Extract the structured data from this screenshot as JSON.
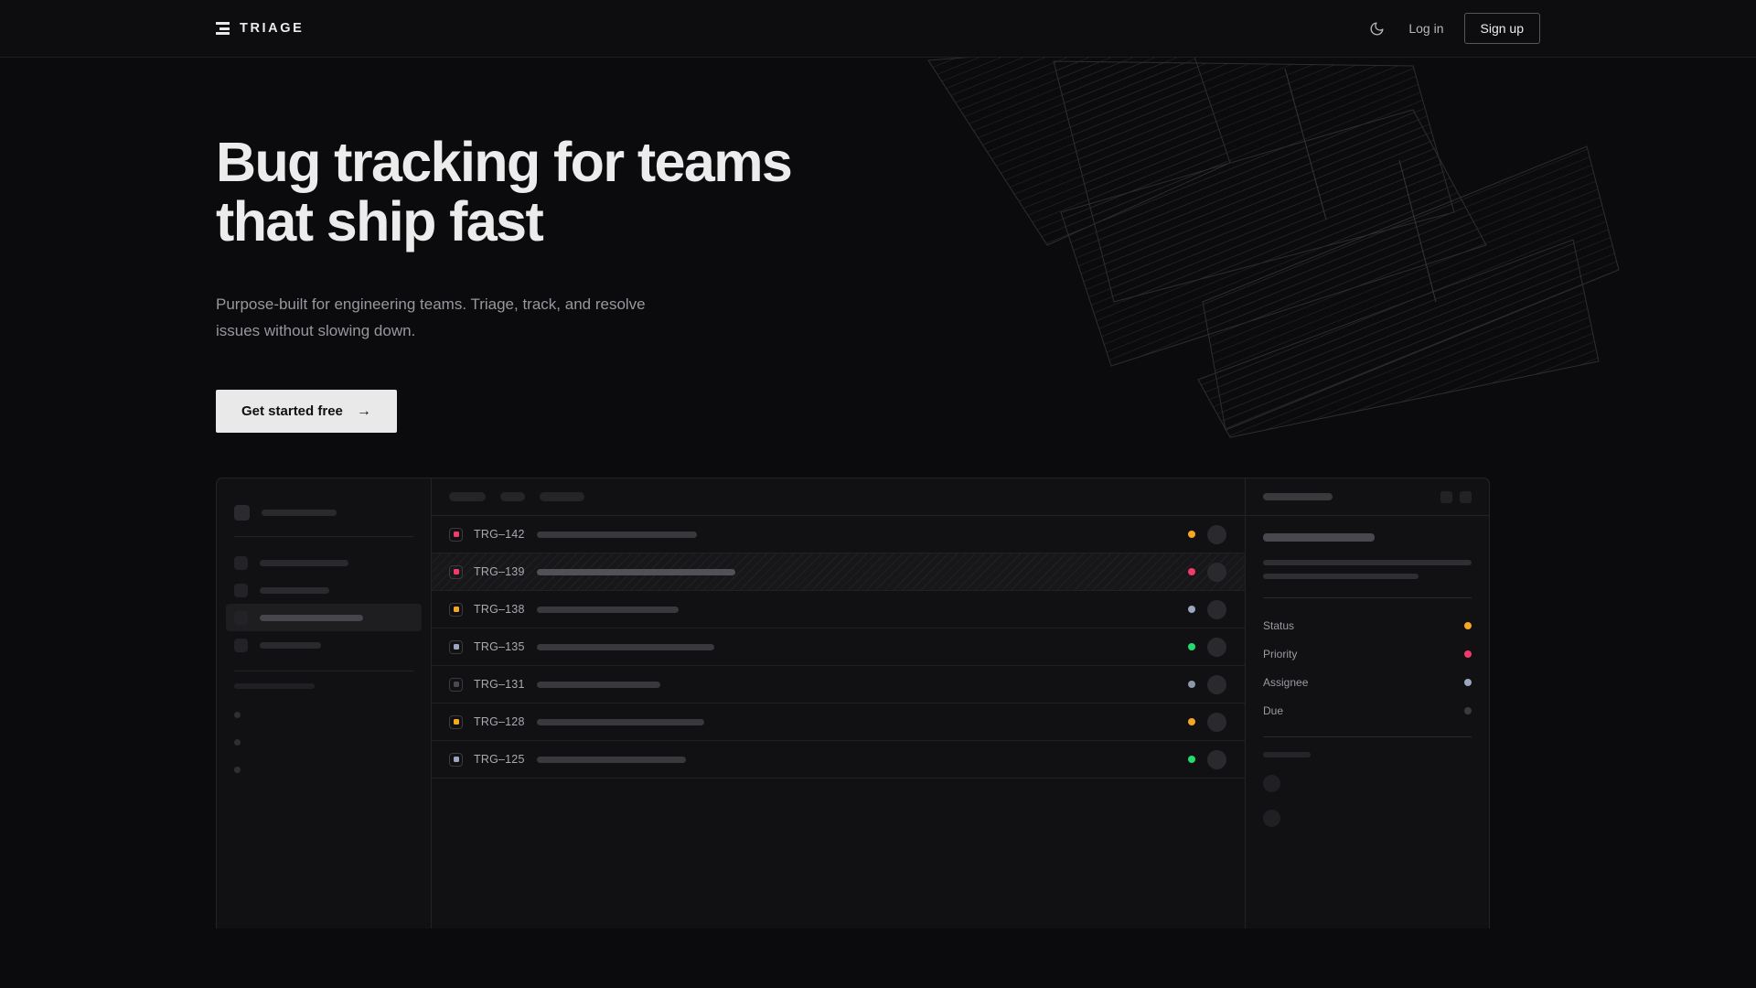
{
  "header": {
    "brand_name": "TRIAGE",
    "brand_mark_icon": "stacked-bars-logo-icon",
    "theme_toggle_icon": "moon-icon",
    "login_label": "Log in",
    "signup_label": "Sign up"
  },
  "hero": {
    "title_line1": "Bug tracking for teams",
    "title_line2": "that ship fast",
    "subtitle": "Purpose-built for engineering teams. Triage, track, and resolve issues without slowing down.",
    "cta_label": "Get started free",
    "cta_arrow": "→"
  },
  "colors": {
    "page_bg": "#0b0b0d",
    "panel_bg": "#111113",
    "border": "#242427",
    "text_primary": "#ececed",
    "text_muted": "#97979d",
    "accent_amber": "#f5a623",
    "accent_pink": "#f23b6a",
    "accent_green": "#22dd6e",
    "accent_blue_gray": "#9aa7bd",
    "accent_gray": "#4a4a50",
    "cta_bg": "#e9e9e9"
  },
  "app_mock": {
    "sidebar": {
      "workspace_placeholder_width": 82,
      "nav_items": [
        {
          "width": 97,
          "active": false
        },
        {
          "width": 76,
          "active": false
        },
        {
          "width": 113,
          "active": true
        },
        {
          "width": 67,
          "active": false
        }
      ],
      "section_label_width": 88,
      "sub_dots": 3
    },
    "list": {
      "toolbar_chips": [
        40,
        27,
        49
      ],
      "columns": [
        "priority",
        "key",
        "title",
        "status",
        "assignee"
      ],
      "rows": [
        {
          "key": "TRG–142",
          "priority_color": "#f23b6a",
          "title_width": 175,
          "status_color": "#f5a623",
          "highlighted": false
        },
        {
          "key": "TRG–139",
          "priority_color": "#f23b6a",
          "title_width": 217,
          "status_color": "#f23b6a",
          "highlighted": true
        },
        {
          "key": "TRG–138",
          "priority_color": "#f5a623",
          "title_width": 155,
          "status_color": "#9aa7bd",
          "highlighted": false
        },
        {
          "key": "TRG–135",
          "priority_color": "#9aa7bd",
          "title_width": 194,
          "status_color": "#22dd6e",
          "highlighted": false
        },
        {
          "key": "TRG–131",
          "priority_color": "#4a4a50",
          "title_width": 135,
          "status_color": "#8d98ab",
          "highlighted": false
        },
        {
          "key": "TRG–128",
          "priority_color": "#f5a623",
          "title_width": 183,
          "status_color": "#f5a623",
          "highlighted": false
        },
        {
          "key": "TRG–125",
          "priority_color": "#9aa7bd",
          "title_width": 163,
          "status_color": "#22dd6e",
          "highlighted": false
        }
      ]
    },
    "detail": {
      "header_bar_width": 76,
      "header_buttons": 2,
      "title_width": 122,
      "description_lines": [
        228,
        170
      ],
      "meta": [
        {
          "label": "Status",
          "dot_color": "#f5a623"
        },
        {
          "label": "Priority",
          "dot_color": "#f23b6a"
        },
        {
          "label": "Assignee",
          "dot_color": "#9aa7bd"
        },
        {
          "label": "Due",
          "dot_color": "#3a3a3f"
        }
      ],
      "comments_label_width": 52,
      "comment_avatars": 2
    }
  }
}
